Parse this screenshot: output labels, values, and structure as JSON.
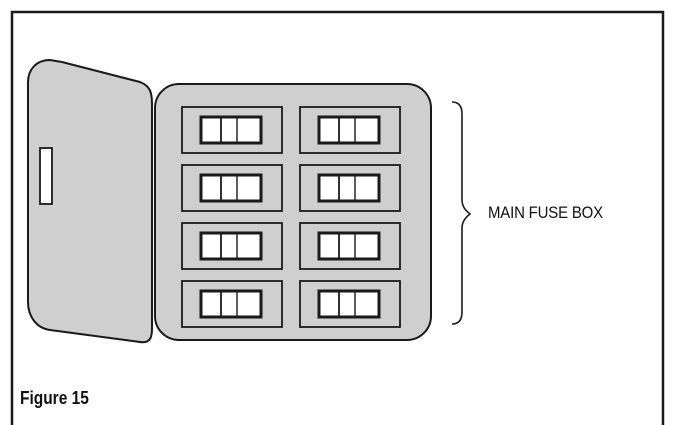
{
  "diagram": {
    "callout_label": "MAIN FUSE BOX",
    "caption": "Figure 15",
    "breaker_rows": 4,
    "breaker_columns": 2,
    "colors": {
      "panel_fill": "#cfcfcf",
      "stroke": "#1a1a1a",
      "background": "#ffffff"
    }
  }
}
